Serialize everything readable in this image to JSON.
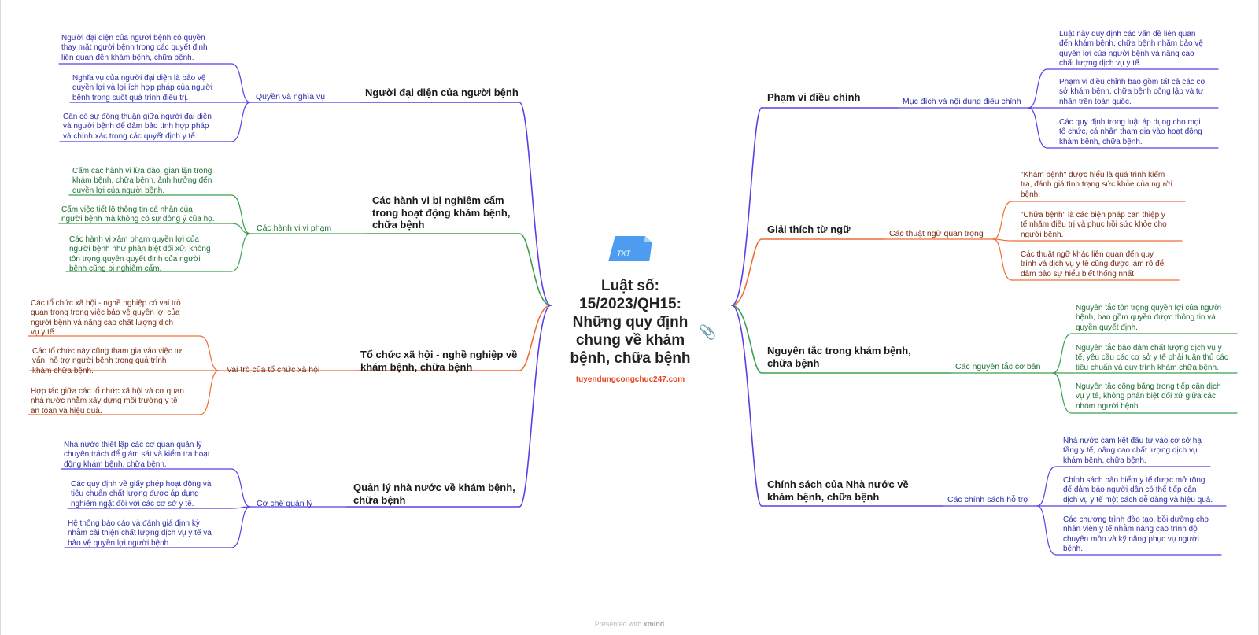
{
  "center": {
    "title": "Luật số:\n15/2023/QH15:\nNhững quy định\nchung về khám\nbệnh, chữa bệnh",
    "url": "tuyendungcongchuc247.com",
    "icon_text": "TXT"
  },
  "footer": {
    "prefix": "Presented with",
    "brand": "xmind"
  },
  "colors": {
    "blue": "#5a3fe6",
    "green": "#3aa04f",
    "orange": "#ef6d33",
    "darkred": "#7a2a12",
    "navy": "#2c2ea6",
    "darkgreen": "#1f6e32",
    "center_blue": "#4d9cf0",
    "url": "#e8431c"
  },
  "left": [
    {
      "title": "Người đại diện của người bệnh",
      "sub": "Quyền và nghĩa vụ",
      "leaves": [
        "Người đại diện của người bệnh có quyền\nthay mặt người bệnh trong các quyết định\nliên quan đến khám bệnh, chữa bệnh.",
        "Nghĩa vụ của người đại diện là bảo vệ\nquyền lợi và lợi ích hợp pháp của người\nbệnh trong suốt quá trình điều trị.",
        "Cần có sự đồng thuận giữa người đại diện\nvà người bệnh để đảm bảo tính hợp pháp\nvà chính xác trong các quyết định y tế."
      ]
    },
    {
      "title": "Các hành vi bị nghiêm cấm\ntrong hoạt động khám bệnh,\nchữa bệnh",
      "sub": "Các hành vi vi phạm",
      "leaves": [
        "Cấm các hành vi lừa đảo, gian lận trong\nkhám bệnh, chữa bệnh, ảnh hưởng đến\nquyền lợi của người bệnh.",
        "Cấm việc tiết lộ thông tin cá nhân của\nngười bệnh mà không có sự đồng ý của họ.",
        "Các hành vi xâm phạm quyền lợi của\nngười bệnh như phân biệt đối xử, không\ntôn trọng quyền quyết định của người\nbệnh cũng bị nghiêm cấm."
      ]
    },
    {
      "title": "Tổ chức xã hội - nghề nghiệp về\nkhám bệnh, chữa bệnh",
      "sub": "Vai trò của tổ chức xã hội",
      "leaves": [
        "Các tổ chức xã hội - nghề nghiệp có vai trò\nquan trọng trong việc bảo vệ quyền lợi của\nngười bệnh và nâng cao chất lượng dịch\nvụ y tế.",
        "Các tổ chức này cũng tham gia vào việc tư\nvấn, hỗ trợ người bệnh trong quá trình\nkhám chữa bệnh.",
        "Hợp tác giữa các tổ chức xã hội và cơ quan\nnhà nước nhằm xây dựng môi trường y tế\nan toàn và hiệu quả."
      ]
    },
    {
      "title": "Quản lý nhà nước về khám bệnh,\nchữa bệnh",
      "sub": "Cơ chế quản lý",
      "leaves": [
        "Nhà nước thiết lập các cơ quan quản lý\nchuyên trách để giám sát và kiểm tra hoạt\nđộng khám bệnh, chữa bệnh.",
        "Các quy định về giấy phép hoạt động và\ntiêu chuẩn chất lượng được áp dụng\nnghiêm ngặt đối với các cơ sở y tế.",
        "Hệ thống báo cáo và đánh giá định kỳ\nnhằm cải thiện chất lượng dịch vụ y tế và\nbảo vệ quyền lợi người bệnh."
      ]
    }
  ],
  "right": [
    {
      "title": "Phạm vi điều chỉnh",
      "sub": "Mục đích và nội dung điều chỉnh",
      "leaves": [
        "Luật này quy định các vấn đề liên quan\nđến khám bệnh, chữa bệnh nhằm bảo vệ\nquyền lợi của người bệnh và nâng cao\nchất lượng dịch vụ y tế.",
        "Phạm vi điều chỉnh bao gồm tất cả các cơ\nsở khám bệnh, chữa bệnh công lập và tư\nnhân trên toàn quốc.",
        "Các quy định trong luật áp dụng cho mọi\ntổ chức, cá nhân tham gia vào hoạt động\nkhám bệnh, chữa bệnh."
      ]
    },
    {
      "title": "Giải thích từ ngữ",
      "sub": "Các thuật ngữ quan trọng",
      "leaves": [
        "\"Khám bệnh\" được hiểu là quá trình kiểm\ntra, đánh giá tình trạng sức khỏe của người\nbệnh.",
        "\"Chữa bệnh\" là các biện pháp can thiệp y\ntế nhằm điều trị và phục hồi sức khỏe cho\nngười bệnh.",
        "Các thuật ngữ khác liên quan đến quy\ntrình và dịch vụ y tế cũng được làm rõ để\nđảm bảo sự hiểu biết thống nhất."
      ]
    },
    {
      "title": "Nguyên tắc trong khám bệnh,\nchữa bệnh",
      "sub": "Các nguyên tắc cơ bản",
      "leaves": [
        "Nguyên tắc tôn trọng quyền lợi của người\nbệnh, bao gồm quyền được thông tin và\nquyền quyết định.",
        "Nguyên tắc bảo đảm chất lượng dịch vụ y\ntế, yêu cầu các cơ sở y tế phải tuân thủ các\ntiêu chuẩn và quy trình khám chữa bệnh.",
        "Nguyên tắc công bằng trong tiếp cận dịch\nvụ y tế, không phân biệt đối xử giữa các\nnhóm người bệnh."
      ]
    },
    {
      "title": "Chính sách của Nhà nước về\nkhám bệnh, chữa bệnh",
      "sub": "Các chính sách hỗ trợ",
      "leaves": [
        "Nhà nước cam kết đầu tư vào cơ sở hạ\ntầng y tế, nâng cao chất lượng dịch vụ\nkhám bệnh, chữa bệnh.",
        "Chính sách bảo hiểm y tế được mở rộng\nđể đảm bảo người dân có thể tiếp cận\ndịch vụ y tế một cách dễ dàng và hiệu quả.",
        "Các chương trình đào tạo, bồi dưỡng cho\nnhân viên y tế nhằm nâng cao trình độ\nchuyên môn và kỹ năng phục vụ người\nbệnh."
      ]
    }
  ]
}
